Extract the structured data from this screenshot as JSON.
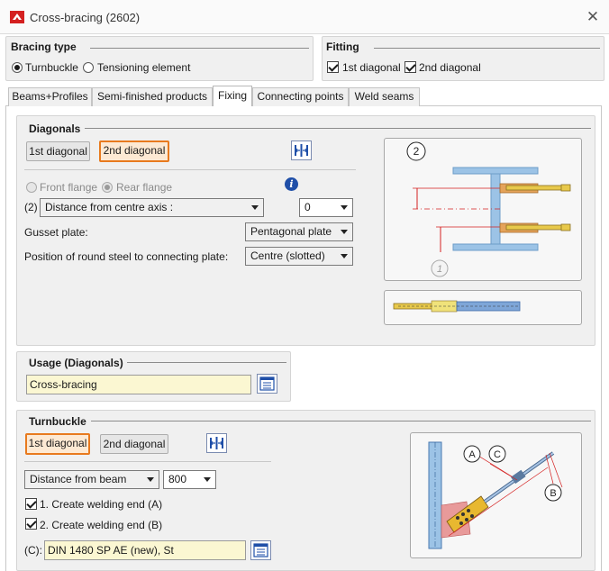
{
  "window": {
    "title": "Cross-bracing (2602)"
  },
  "bracing_type": {
    "title": "Bracing type",
    "options": [
      {
        "label": "Turnbuckle",
        "selected": true
      },
      {
        "label": "Tensioning element",
        "selected": false
      }
    ]
  },
  "fitting": {
    "title": "Fitting",
    "options": [
      {
        "label": "1st diagonal",
        "checked": true
      },
      {
        "label": "2nd diagonal",
        "checked": true
      }
    ]
  },
  "tabs": [
    {
      "label": "Beams+Profiles",
      "active": false
    },
    {
      "label": "Semi-finished products",
      "active": false
    },
    {
      "label": "Fixing",
      "active": true
    },
    {
      "label": "Connecting points",
      "active": false
    },
    {
      "label": "Weld seams",
      "active": false
    }
  ],
  "diagonals": {
    "title": "Diagonals",
    "buttons": [
      {
        "label": "1st diagonal",
        "selected": false
      },
      {
        "label": "2nd diagonal",
        "selected": true
      }
    ],
    "flange_options": [
      {
        "label": "Front flange",
        "selected": false
      },
      {
        "label": "Rear flange",
        "selected": true
      }
    ],
    "row_prefix": "(2)",
    "distance_select": "Distance from centre axis :",
    "distance_value": "0",
    "gusset_label": "Gusset plate:",
    "gusset_value": "Pentagonal plate",
    "position_label": "Position of round steel to connecting plate:",
    "position_value": "Centre (slotted)",
    "diagram_markers": [
      "2",
      "1"
    ]
  },
  "usage": {
    "title": "Usage (Diagonals)",
    "value": "Cross-bracing"
  },
  "turnbuckle": {
    "title": "Turnbuckle",
    "buttons": [
      {
        "label": "1st diagonal",
        "selected": true
      },
      {
        "label": "2nd diagonal",
        "selected": false
      }
    ],
    "distance_select": "Distance from beam",
    "distance_value": "800",
    "checks": [
      {
        "label": "1. Create welding end (A)",
        "checked": true
      },
      {
        "label": "2. Create welding end (B)",
        "checked": true
      }
    ],
    "c_label": "(C):",
    "c_value": "DIN 1480 SP AE (new), St",
    "diagram_markers": [
      "A",
      "C",
      "B"
    ]
  },
  "colors": {
    "accent_orange": "#e87a1e",
    "field_yellow": "#fbf7d2",
    "beam_blue": "#9cc3e6",
    "panel_grey": "#f0f0f0"
  }
}
